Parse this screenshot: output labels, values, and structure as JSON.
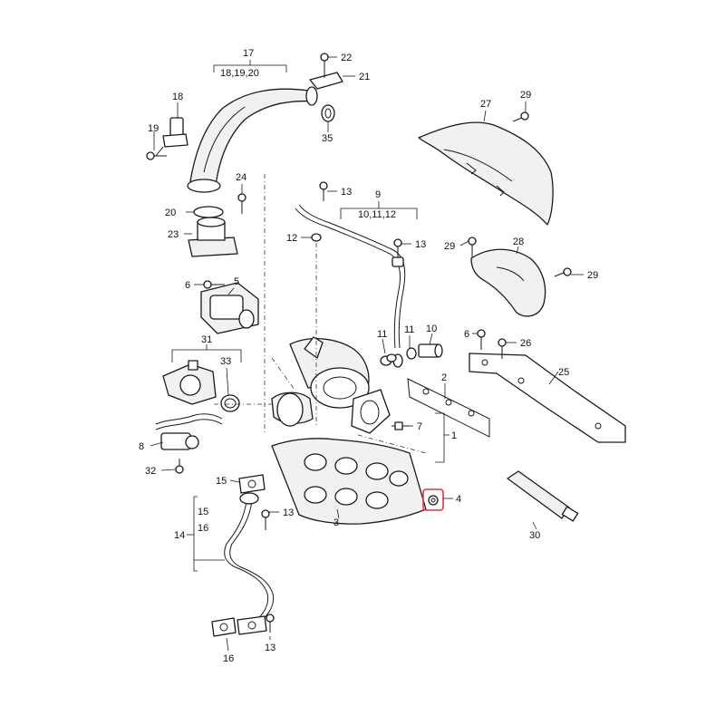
{
  "diagram": {
    "highlighted_part": "4",
    "highlight_color": "#e8304a",
    "callouts": {
      "c17": "17",
      "c18_20": "18,19,20",
      "c22": "22",
      "c21": "21",
      "c35": "35",
      "c18": "18",
      "c19": "19",
      "c24": "24",
      "c20": "20",
      "c23": "23",
      "c27": "27",
      "c29a": "29",
      "c13a": "13",
      "c9": "9",
      "c10_12": "10,11,12",
      "c12": "12",
      "c13b": "13",
      "c29b": "29",
      "c28": "28",
      "c29c": "29",
      "c6a": "6",
      "c5": "5",
      "c31": "31",
      "c33": "33",
      "c11a": "11",
      "c11b": "11",
      "c10": "10",
      "c6b": "6",
      "c26": "26",
      "c25": "25",
      "c2": "2",
      "c7": "7",
      "c1": "1",
      "c8": "8",
      "c32": "32",
      "c15a": "15",
      "c4": "4",
      "c15b": "15",
      "c16a": "16",
      "c13c": "13",
      "c14": "14",
      "c3": "3",
      "c30": "30",
      "c16b": "16",
      "c13d": "13"
    }
  }
}
